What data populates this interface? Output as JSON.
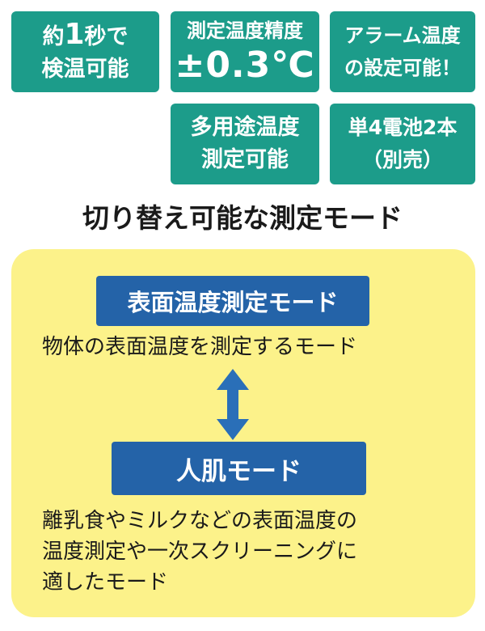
{
  "features": {
    "quick_measure": {
      "line1_pre": "約",
      "line1_num": "1",
      "line1_post": "秒で",
      "line2": "検温可能"
    },
    "accuracy": {
      "line1": "測定温度精度",
      "line2": "±0.3℃"
    },
    "alarm": {
      "line1": "アラーム温度",
      "line2": "の設定可能！"
    },
    "multi_use": {
      "line1": "多用途温度",
      "line2": "測定可能"
    },
    "battery": {
      "line1": "単4電池2本",
      "line2": "（別売）"
    }
  },
  "modes_heading": "切り替え可能な測定モード",
  "modes": {
    "surface": {
      "title": "表面温度測定モード",
      "description": "物体の表面温度を測定するモード"
    },
    "switch_arrow_icon": "up-down-arrow",
    "skin": {
      "title": "人肌モード",
      "description_lines": [
        "離乳食やミルクなどの表面温度の",
        "温度測定や一次スクリーニングに",
        "適したモード"
      ]
    }
  },
  "colors": {
    "badge": "#1c9c8a",
    "panel": "#fcf28a",
    "mode_box": "#2463a8",
    "arrow": "#2a6fb8"
  }
}
